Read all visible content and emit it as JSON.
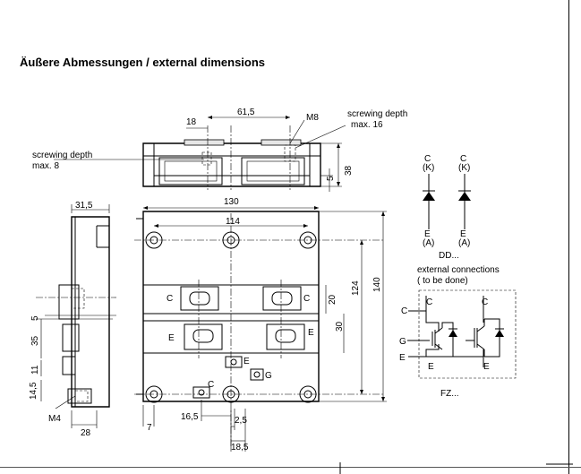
{
  "title": "Äußere Abmessungen / external dimensions",
  "top_view": {
    "dim_18": "18",
    "dim_61_5": "61,5",
    "thread": "M8",
    "depth_right": "screwing depth",
    "depth_right_val": "max. 16",
    "depth_left": "screwing depth",
    "depth_left_val": "max. 8",
    "dim_38": "38",
    "dim_5": "5"
  },
  "front_view": {
    "dim_130": "130",
    "dim_114": "114",
    "dim_140": "140",
    "dim_124": "124",
    "dim_20": "20",
    "dim_30": "30",
    "dim_7": "7",
    "dim_16_5": "16,5",
    "dim_2_5": "2,5",
    "dim_18_5": "18,5",
    "label_c_left": "C",
    "label_c_right": "C",
    "label_e_left": "E",
    "label_e_right": "E",
    "aux_e": "E",
    "aux_g": "G",
    "aux_c": "C"
  },
  "side_view": {
    "dim_31_5": "31,5",
    "dim_5": "5",
    "dim_35": "35",
    "dim_11": "11",
    "dim_14_5": "14,5",
    "thread": "M4",
    "dim_28": "28"
  },
  "schematic_dd": {
    "c1": "C",
    "k1": "(K)",
    "c2": "C",
    "k2": "(K)",
    "e1": "E",
    "a1": "(A)",
    "e2": "E",
    "a2": "(A)",
    "name": "DD..."
  },
  "schematic_fz": {
    "heading": "external connections",
    "subheading": "( to be done)",
    "c_outer": "C",
    "c_inner_left": "C",
    "c_inner_right": "C",
    "g": "G",
    "e_outer": "E",
    "e_inner_left": "E",
    "e_inner_right": "E",
    "name": "FZ..."
  }
}
